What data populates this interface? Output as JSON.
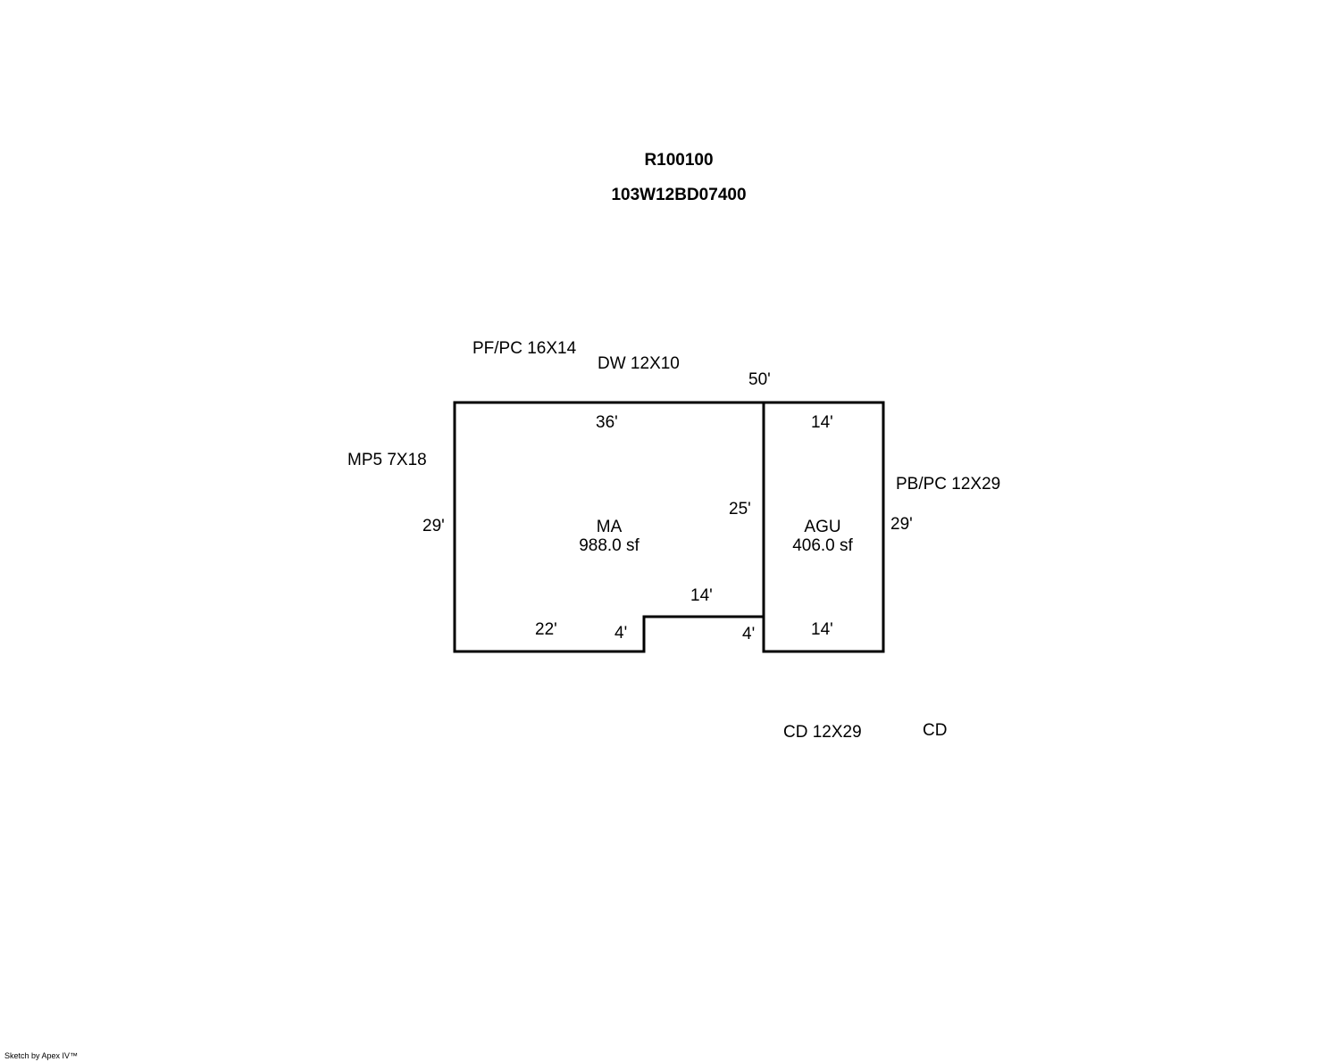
{
  "header": {
    "account": "R100100",
    "map_taxlot": "103W12BD07400"
  },
  "labels": {
    "pf_pc": "PF/PC 16X14",
    "dw": "DW 12X10",
    "mp5": "MP5 7X18",
    "pb_pc": "PB/PC 12X29",
    "cd_size": "CD 12X29",
    "cd": "CD"
  },
  "dimensions": {
    "total_width": "50'",
    "ma_top": "36'",
    "agu_top": "14'",
    "ma_left": "29'",
    "ma_inner": "25'",
    "agu_right": "29'",
    "notch_top": "14'",
    "ma_bottom": "22'",
    "notch_left": "4'",
    "notch_right": "4'",
    "agu_bottom": "14'"
  },
  "areas": {
    "ma": {
      "code": "MA",
      "size": "988.0 sf"
    },
    "agu": {
      "code": "AGU",
      "size": "406.0 sf"
    }
  },
  "footer": {
    "credit": "Sketch by Apex IV™"
  }
}
